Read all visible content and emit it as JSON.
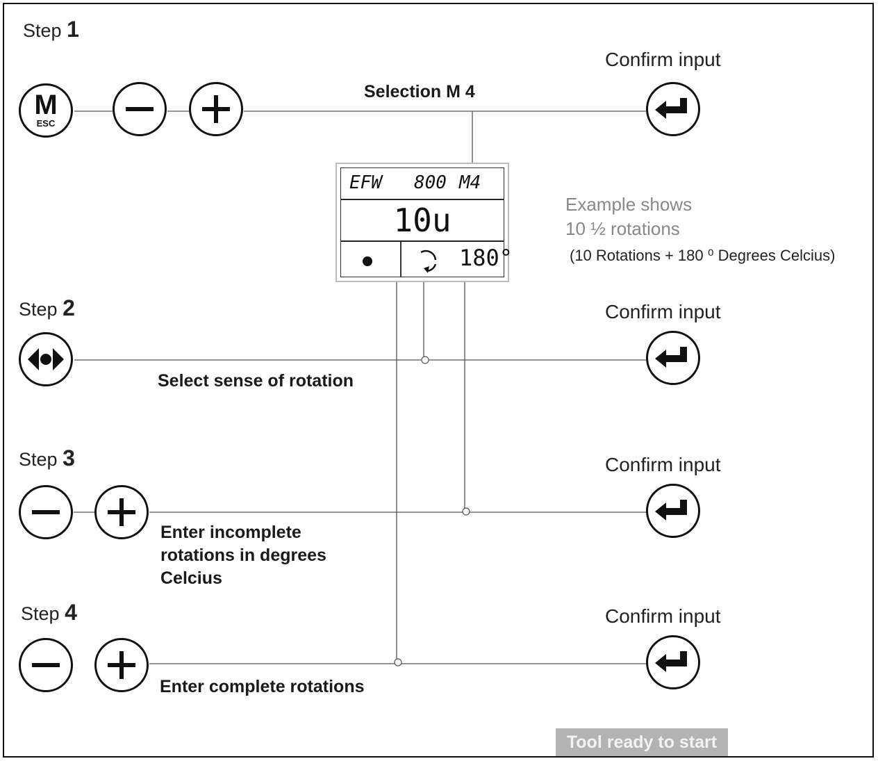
{
  "steps": [
    {
      "word": "Step",
      "num": "1"
    },
    {
      "word": "Step",
      "num": "2"
    },
    {
      "word": "Step",
      "num": "3"
    },
    {
      "word": "Step",
      "num": "4"
    }
  ],
  "confirm_label": "Confirm input",
  "captions": {
    "step1": "Selection M 4",
    "step2": "Select sense of rotation",
    "step3": "Enter incomplete rotations in degrees Celcius",
    "step4": "Enter complete rotations"
  },
  "buttons": {
    "m_letter": "M",
    "m_sub": "ESC"
  },
  "display": {
    "row1_left": "EFW",
    "row1_mid": "800",
    "row1_right": "M4",
    "main_value": "10u",
    "degrees": "180°"
  },
  "example": {
    "line1": "Example shows",
    "line2": "10 ½ rotations",
    "note": "(10 Rotations + 180 ⁰ Degrees Celcius)"
  },
  "status": "Tool ready to start"
}
